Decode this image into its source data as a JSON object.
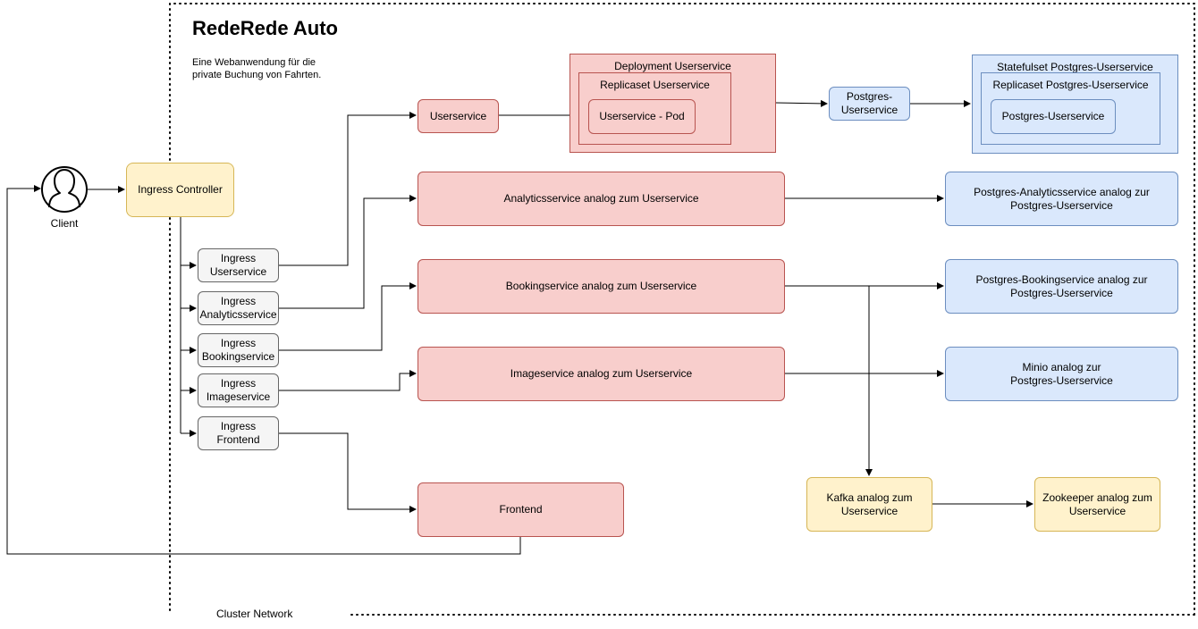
{
  "title": "RedeRede Auto",
  "subtitle": "Eine Webanwendung für die\nprivate Buchung von Fahrten.",
  "client_label": "Client",
  "network_label": "Cluster Network",
  "nodes": {
    "ingress_controller": "Ingress Controller",
    "ingress_userservice": "Ingress\nUserservice",
    "ingress_analyticsservice": "Ingress\nAnalyticsservice",
    "ingress_bookingservice": "Ingress\nBookingservice",
    "ingress_imageservice": "Ingress\nImageservice",
    "ingress_frontend": "Ingress\nFrontend",
    "userservice": "Userservice",
    "deployment_userservice": "Deployment Userservice",
    "replicaset_userservice": "Replicaset Userservice",
    "userservice_pod": "Userservice - Pod",
    "postgres_userservice_svc": "Postgres-\nUserservice",
    "statefulset_postgres": "Statefulset Postgres-Userservice",
    "replicaset_postgres": "Replicaset Postgres-Userservice",
    "postgres_userservice_pod": "Postgres-Userservice",
    "analyticsservice": "Analyticsservice analog zum Userservice",
    "postgres_analytics": "Postgres-Analyticsservice analog zur\nPostgres-Userservice",
    "bookingservice": "Bookingservice analog zum Userservice",
    "postgres_booking": "Postgres-Bookingservice analog zur\nPostgres-Userservice",
    "imageservice": "Imageservice analog zum Userservice",
    "minio": "Minio analog zur\nPostgres-Userservice",
    "frontend": "Frontend",
    "kafka": "Kafka analog zum\nUserservice",
    "zookeeper": "Zookeeper analog zum\nUserservice"
  },
  "colors": {
    "service_fill": "#f8cecc",
    "service_stroke": "#b85450",
    "database_fill": "#dae8fc",
    "database_stroke": "#6c8ebf",
    "messaging_fill": "#fff2cc",
    "messaging_stroke": "#d6b656",
    "ingress_fill": "#f5f5f5",
    "ingress_stroke": "#666666"
  },
  "icons": {
    "client": "user-icon"
  }
}
